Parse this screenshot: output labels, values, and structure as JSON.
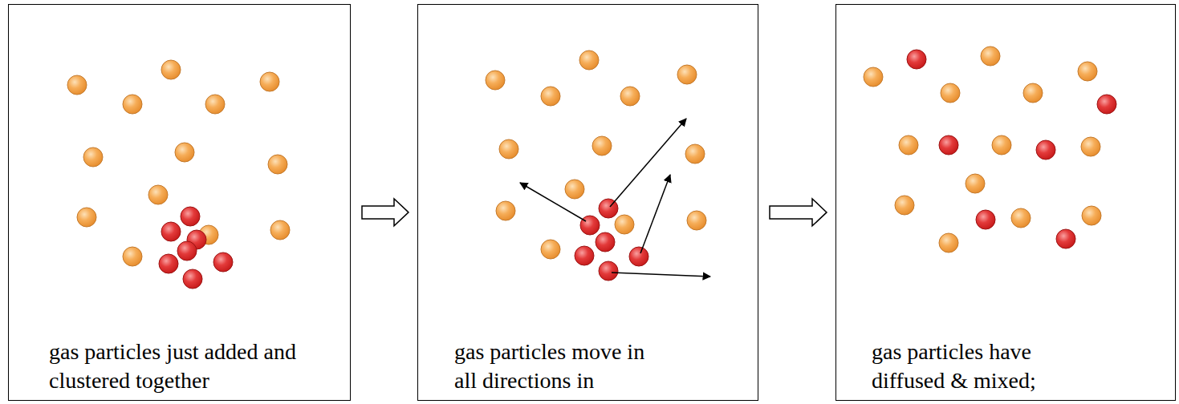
{
  "diagram": {
    "nodes": [
      {
        "text": [
          "gas particles just added and clustered together"
        ]
      },
      {
        "text": [
          "gas particles move in all directions in"
        ]
      },
      {
        "text": [
          "gas particles have diffused & mixed;"
        ]
      }
    ],
    "edges": [
      {
        "from": 0,
        "to": 1,
        "arrow": "to"
      },
      {
        "from": 1,
        "to": 2,
        "arrow": "to"
      }
    ]
  }
}
